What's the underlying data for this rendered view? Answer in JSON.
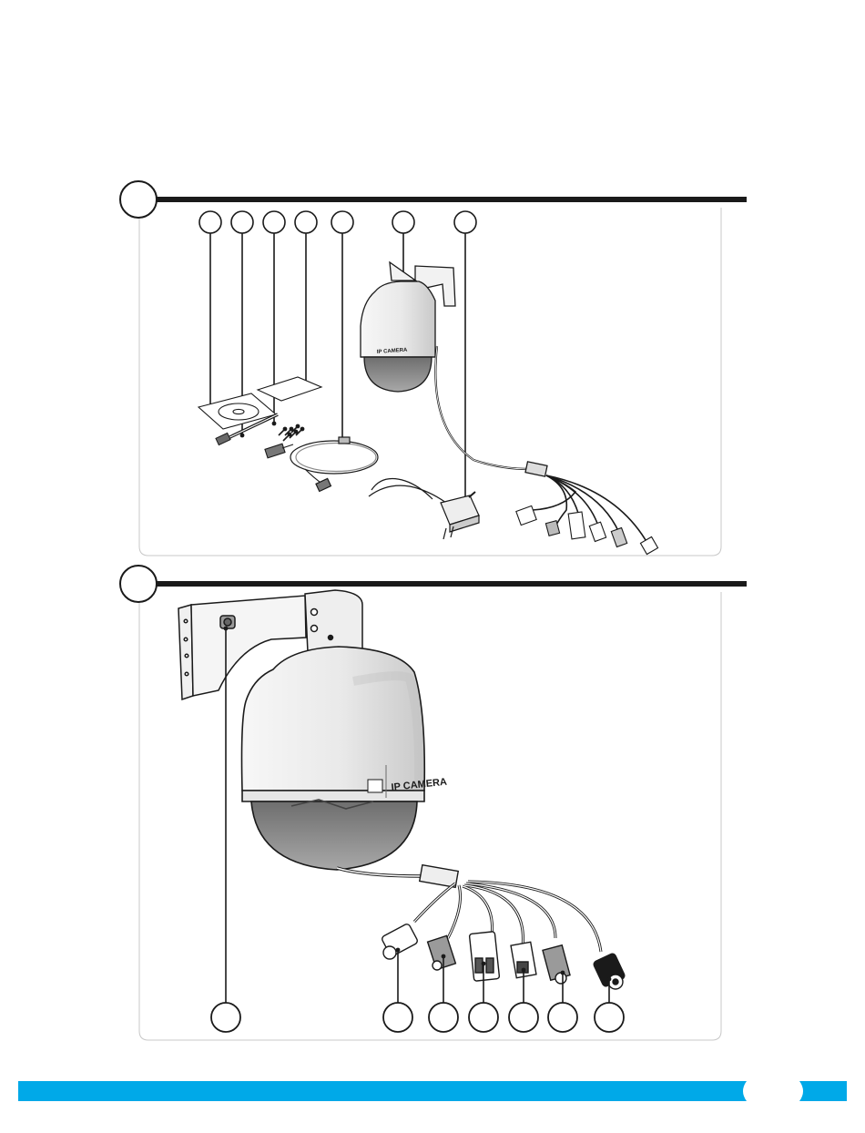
{
  "colors": {
    "accent": "#00a9e8",
    "line": "#1a1a1a",
    "panel_border": "#c8c8c8",
    "dome": "#7d7d7d",
    "housing": "#efefef"
  },
  "figures": [
    {
      "id": "figure-1",
      "callouts": [
        "",
        "",
        "",
        "",
        "",
        "",
        ""
      ]
    },
    {
      "id": "figure-2",
      "callouts": [
        "",
        "",
        "",
        "",
        "",
        "",
        ""
      ]
    }
  ],
  "icons": {
    "camera": "ptz-dome-camera-icon",
    "adapter": "power-adapter-icon",
    "cable": "network-cable-icon",
    "antenna": "antenna-icon",
    "cd": "cd-icon"
  },
  "camera_label": "IP CAMERA"
}
